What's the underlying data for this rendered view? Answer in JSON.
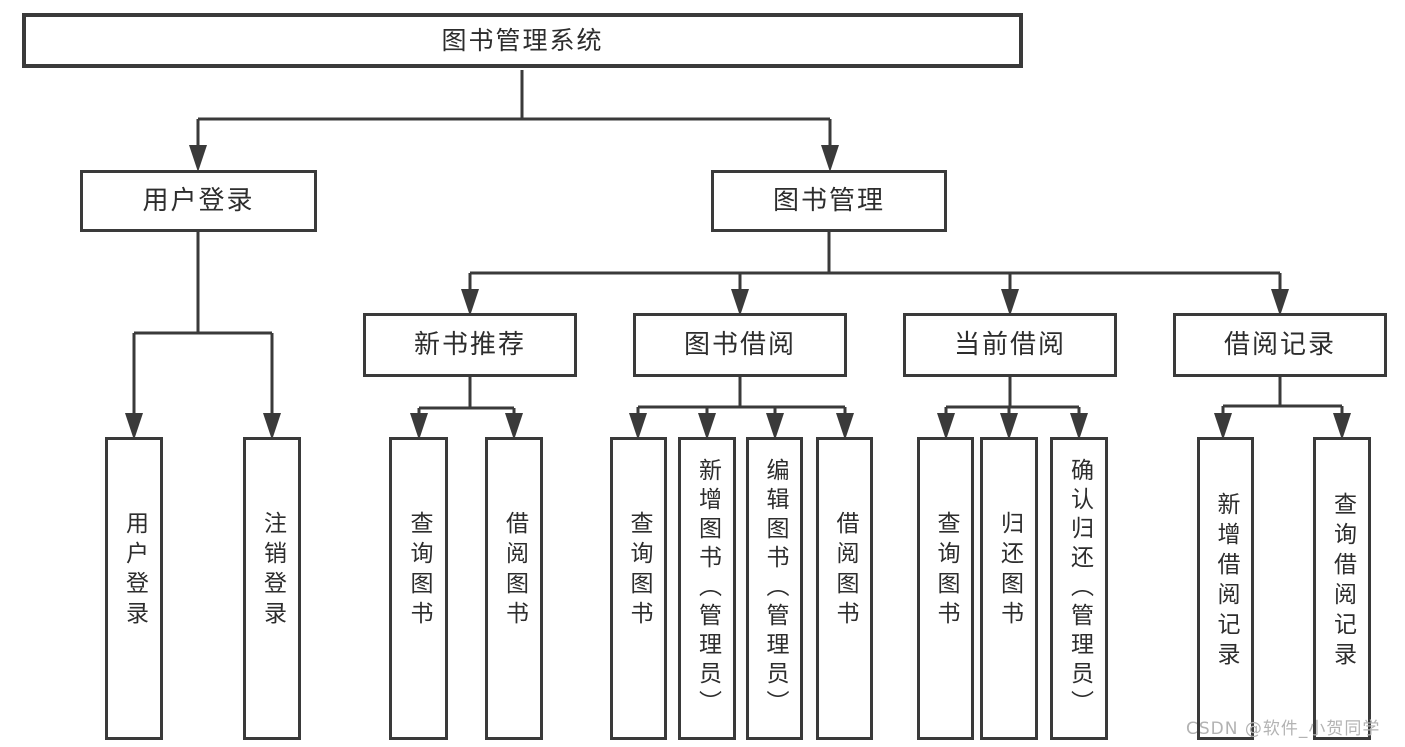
{
  "colors": {
    "line": "#3a3a3a",
    "text": "#2d2d2d",
    "watermark": "#b3b3b3",
    "background": "#ffffff"
  },
  "watermark": {
    "text": "CSDN @软件_小贺同学"
  },
  "tree": {
    "label": "图书管理系统",
    "children": [
      {
        "label": "用户登录",
        "children": [
          {
            "label": "用户登录"
          },
          {
            "label": "注销登录"
          }
        ]
      },
      {
        "label": "图书管理",
        "children": [
          {
            "label": "新书推荐",
            "children": [
              {
                "label": "查询图书"
              },
              {
                "label": "借阅图书"
              }
            ]
          },
          {
            "label": "图书借阅",
            "children": [
              {
                "label": "查询图书"
              },
              {
                "label": "新增图书（管理员）"
              },
              {
                "label": "编辑图书（管理员）"
              },
              {
                "label": "借阅图书"
              }
            ]
          },
          {
            "label": "当前借阅",
            "children": [
              {
                "label": "查询图书"
              },
              {
                "label": "归还图书"
              },
              {
                "label": "确认归还（管理员）"
              }
            ]
          },
          {
            "label": "借阅记录",
            "children": [
              {
                "label": "新增借阅记录"
              },
              {
                "label": "查询借阅记录"
              }
            ]
          }
        ]
      }
    ]
  }
}
